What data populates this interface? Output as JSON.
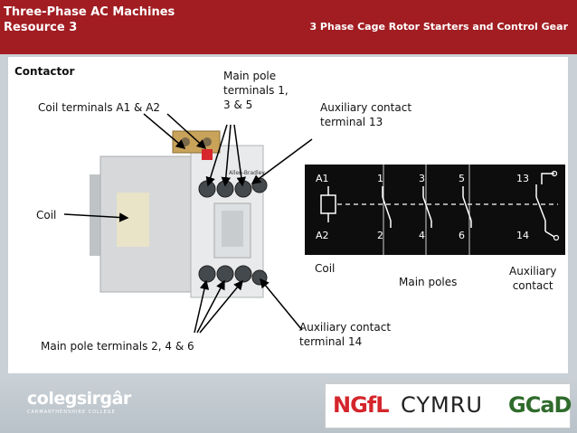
{
  "header": {
    "title_line1": "Three-Phase AC Machines",
    "title_line2": "Resource 3",
    "subtitle": "3 Phase Cage Rotor Starters and Control Gear"
  },
  "diagram": {
    "heading": "Contactor",
    "labels": {
      "coil_terminals": "Coil terminals A1 & A2",
      "main_pole_top_1": "Main pole",
      "main_pole_top_2": "terminals 1,",
      "main_pole_top_3": "3 & 5",
      "aux13_1": "Auxiliary contact",
      "aux13_2": "terminal 13",
      "coil": "Coil",
      "aux14_1": "Auxiliary contact",
      "aux14_2": "terminal 14",
      "main_pole_bottom": "Main pole terminals 2, 4 & 6"
    },
    "schematic": {
      "terminals_top": [
        "A1",
        "1",
        "3",
        "5",
        "13"
      ],
      "terminals_bottom": [
        "A2",
        "2",
        "4",
        "6",
        "14"
      ],
      "caption_coil": "Coil",
      "caption_main": "Main poles",
      "caption_aux_1": "Auxiliary",
      "caption_aux_2": "contact"
    },
    "device_text": "Allen-Bradley"
  },
  "footer": {
    "college_logo": "colegsirgâr",
    "college_tag": "CARMARTHENSHIRE COLLEGE",
    "ngfl": "NGfL",
    "cymru": "CYMRU",
    "gcad": "GCaD"
  }
}
